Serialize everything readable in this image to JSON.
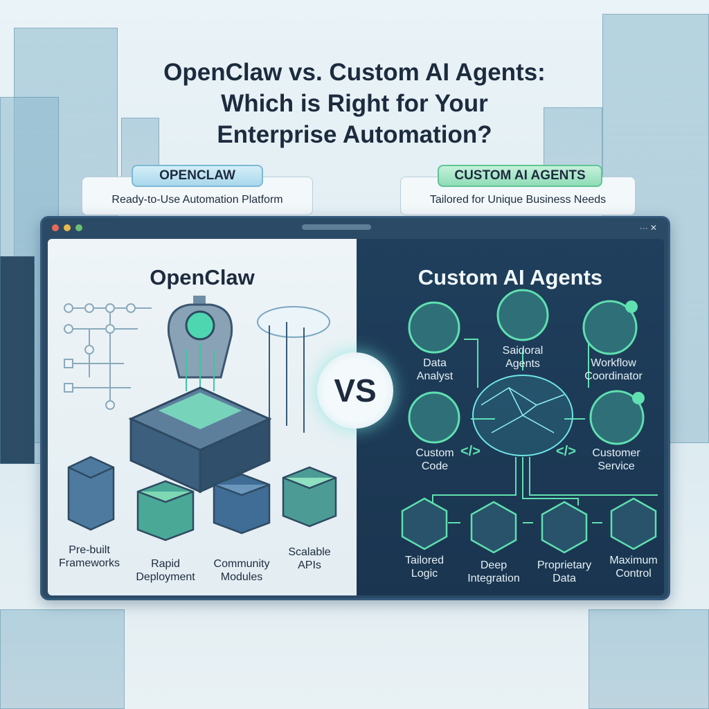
{
  "title": {
    "line1": "OpenClaw vs. Custom AI Agents:",
    "line2": "Which is Right for Your",
    "line3": "Enterprise Automation?"
  },
  "badges": {
    "left": {
      "label": "OPENCLAW",
      "subtitle": "Ready-to-Use Automation Platform"
    },
    "right": {
      "label": "CUSTOM AI AGENTS",
      "subtitle": "Tailored for Unique Business Needs"
    }
  },
  "window": {
    "controls": [
      "red",
      "yellow",
      "green"
    ]
  },
  "vs_label": "VS",
  "left_panel": {
    "title": "OpenClaw",
    "features": [
      {
        "l1": "Pre-built",
        "l2": "Frameworks",
        "icon": "server-icon"
      },
      {
        "l1": "Rapid",
        "l2": "Deployment",
        "icon": "gear-cube-icon"
      },
      {
        "l1": "Community",
        "l2": "Modules",
        "icon": "module-cube-icon"
      },
      {
        "l1": "Scalable",
        "l2": "APIs",
        "icon": "api-cube-icon"
      }
    ]
  },
  "right_panel": {
    "title": "Custom AI Agents",
    "agents": [
      {
        "l1": "Data",
        "l2": "Analyst"
      },
      {
        "l1": "Saidoral",
        "l2": "Agents"
      },
      {
        "l1": "Workflow",
        "l2": "Coordinator"
      },
      {
        "l1": "Custom",
        "l2": "Code"
      },
      {
        "l1": "Customer",
        "l2": "Service"
      }
    ],
    "code_symbol": "</>",
    "capabilities": [
      {
        "l1": "Tailored",
        "l2": "Logic"
      },
      {
        "l1": "Deep",
        "l2": "Integration"
      },
      {
        "l1": "Proprietary",
        "l2": "Data"
      },
      {
        "l1": "Maximum",
        "l2": "Control"
      }
    ]
  },
  "colors": {
    "navy": "#1d2b3e",
    "accent": "#5fe0b0",
    "panel_dark": "#1f3f5c",
    "badge_left": "#bfe3f2",
    "badge_right": "#9fe3c4"
  }
}
